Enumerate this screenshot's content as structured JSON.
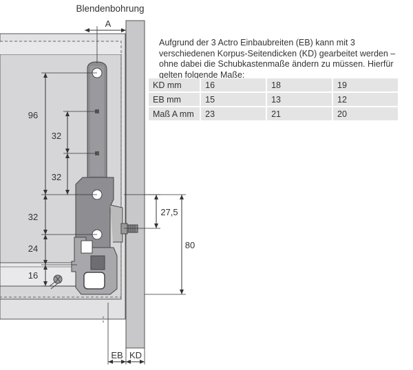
{
  "diagram": {
    "top_label": "Blendenbohrung",
    "dimensions": {
      "a": "A",
      "d96": "96",
      "d32_upper": "32",
      "d32_middle": "32",
      "d32_lower": "32",
      "d24": "24",
      "d16": "16",
      "d27_5": "27,5",
      "d80": "80",
      "eb": "EB",
      "kd": "KD"
    }
  },
  "description": {
    "text": "Aufgrund der 3 Actro Einbaubreiten (EB) kann mit 3 verschiedenen Korpus-Seitendicken (KD) gearbeitet werden – ohne dabei die Schubkastenmaße ändern zu müssen. Hierfür gelten folgende Maße:"
  },
  "table": {
    "rows": [
      {
        "label": "KD mm",
        "values": [
          "16",
          "18",
          "19"
        ]
      },
      {
        "label": "EB mm",
        "values": [
          "15",
          "13",
          "12"
        ]
      },
      {
        "label": "Maß A mm",
        "values": [
          "23",
          "21",
          "20"
        ]
      }
    ]
  },
  "colors": {
    "outline": "#555555",
    "panel": "#d6d6d8",
    "bracket": "#8e8e92",
    "cabinet_side": "#c8c8ca",
    "dashed": "#666666",
    "table_bg": "#e4e4e5"
  }
}
